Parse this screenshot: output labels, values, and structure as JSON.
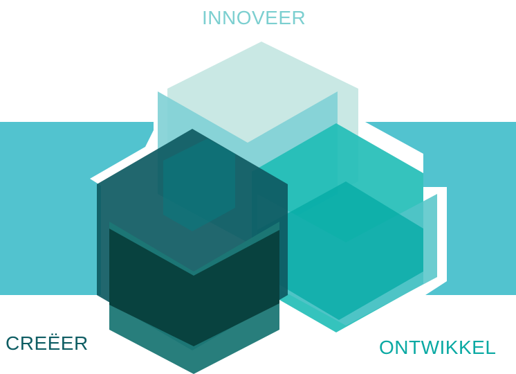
{
  "labels": {
    "top": "INNOVEER",
    "left": "CREËER",
    "right": "ONTWIKKEL"
  },
  "colors": {
    "label_top": "#7ccfd0",
    "label_left": "#0e5d63",
    "label_right": "#0aa9a3",
    "side_blocks": "#52c3cf",
    "top_cube_face": "#c6e7e3",
    "top_cube_side": "#8bd2d6",
    "right_cube_face": "#1fbdb6",
    "right_cube_side": "#55c6ca",
    "left_cube_face": "#0e5a62",
    "left_cube_side": "#0d6f73",
    "left_cube_dark": "#073f3c",
    "outline": "#ffffff"
  }
}
